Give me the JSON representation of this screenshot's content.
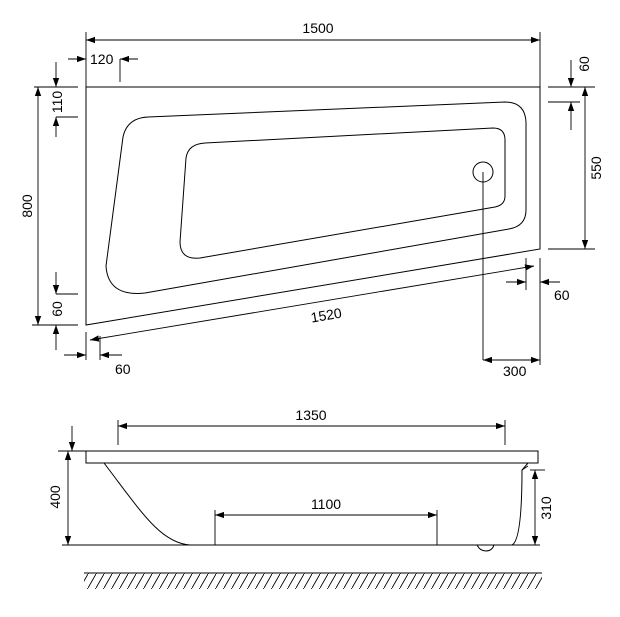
{
  "top_view": {
    "overall_length": "1500",
    "rim_offset_top_left": "120",
    "rim_offset_top_right": "60",
    "left_margin_top": "110",
    "overall_width": "800",
    "left_margin_bottom": "60",
    "right_width": "550",
    "right_margin_bottom": "60",
    "front_length": "1520",
    "front_rim_offset": "60",
    "drain_offset": "300"
  },
  "side_view": {
    "rim_length": "1350",
    "height": "400",
    "bottom_length": "1100",
    "inner_height": "310"
  }
}
